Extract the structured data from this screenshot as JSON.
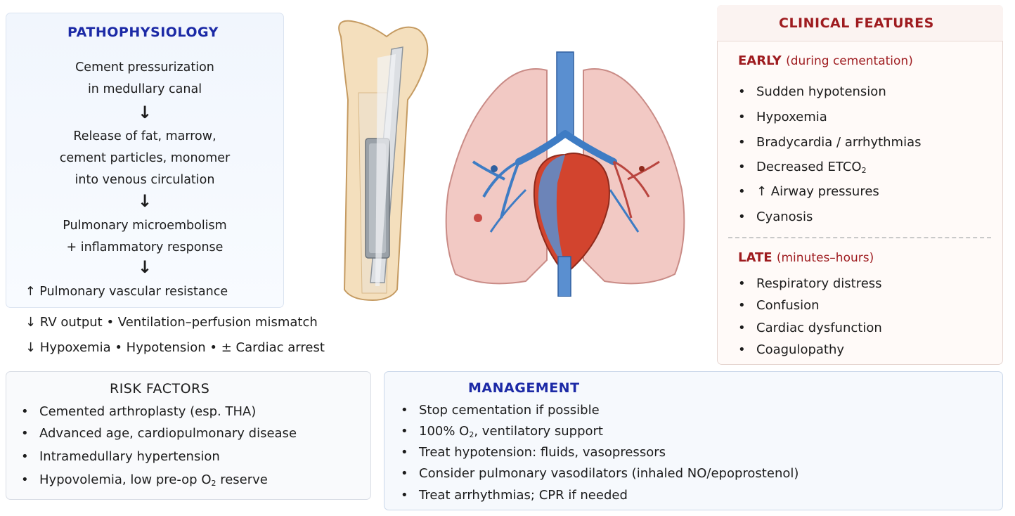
{
  "pathophysiology": {
    "title": "PATHOPHYSIOLOGY",
    "step1": [
      "Cement pressurization",
      "in medullary canal"
    ],
    "step2": [
      "Release of fat, marrow,",
      "cement particles, monomer",
      "into venous circulation"
    ],
    "step3": [
      "Pulmonary microembolism",
      "+ inflammatory response"
    ],
    "step4": "↑  Pulmonary vascular resistance",
    "outcome1": "↓ RV output  •  Ventilation–perfusion mismatch",
    "outcome2": "↓ Hypoxemia  •  Hypotension  •  ±  Cardiac arrest",
    "arrow": "↓"
  },
  "clinical": {
    "title": "CLINICAL  FEATURES",
    "early_label": "EARLY",
    "early_note": "(during cementation)",
    "early_items": [
      "Sudden hypotension",
      "Hypoxemia",
      "Bradycardia / arrhythmias",
      "Decreased ETCO",
      "↑ Airway pressures",
      "Cyanosis"
    ],
    "etco_sub": "2",
    "late_label": "LATE",
    "late_note": "(minutes–hours)",
    "late_items": [
      "Respiratory distress",
      "Confusion",
      "Cardiac dysfunction",
      "Coagulopathy"
    ]
  },
  "risk": {
    "title": "RISK FACTORS",
    "items": [
      "Cemented arthroplasty (esp. THA)",
      "Advanced age, cardiopulmonary disease",
      "Intramedullary hypertension",
      "Hypovolemia, low pre-op O",
      " reserve"
    ],
    "o2_sub": "2"
  },
  "management": {
    "title": "MANAGEMENT",
    "items": [
      "Stop cementation if possible",
      "100% O",
      ", ventilatory support",
      "Treat hypotension: fluids, vasopressors",
      "Consider pulmonary vasodilators (inhaled NO/epoprostenol)",
      "Treat arrhythmias; CPR if needed"
    ],
    "o2_sub": "2"
  },
  "bullet": "•",
  "colors": {
    "title_blue": "#1c2aa6",
    "title_red": "#9e1b1f",
    "lung": "#f2c9c4",
    "heart": "#d2442e",
    "vessel_blue": "#3e7cc4"
  }
}
